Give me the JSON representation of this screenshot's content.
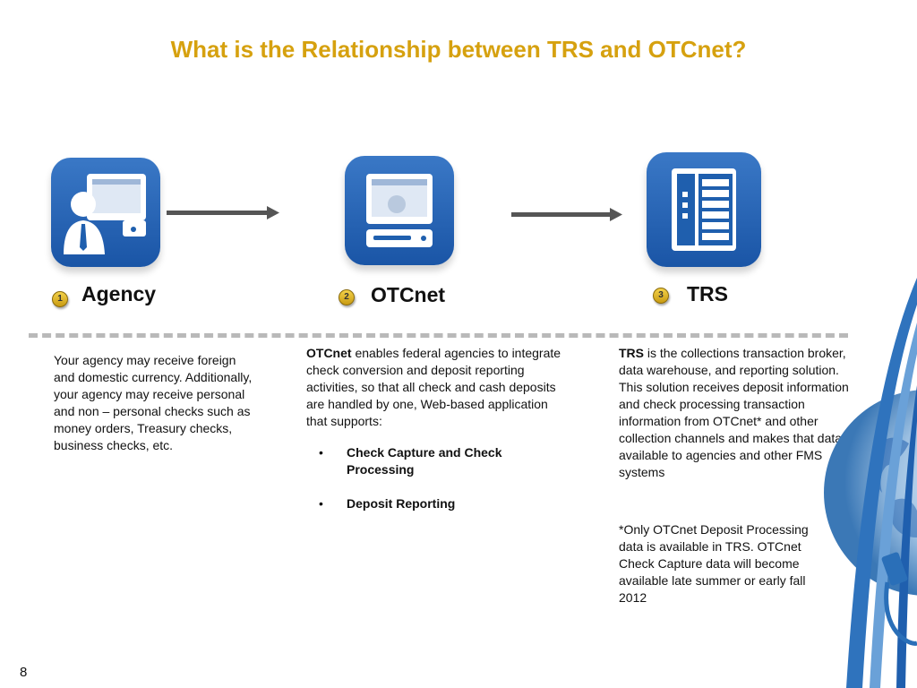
{
  "title": "What is the Relationship between TRS and OTCnet?",
  "nodes": [
    {
      "badge": "1",
      "label": "Agency",
      "icon": "agency-user-computer-icon"
    },
    {
      "badge": "2",
      "label": "OTCnet",
      "icon": "otcnet-computer-icon"
    },
    {
      "badge": "3",
      "label": "TRS",
      "icon": "trs-server-icon"
    }
  ],
  "agency_text": "Your agency may receive foreign and domestic currency. Additionally, your agency may receive personal and non – personal checks such as money orders, Treasury checks, business checks, etc.",
  "otcnet_text": {
    "lead": "OTCnet",
    "body": " enables federal agencies to integrate check conversion and deposit reporting activities, so that all check and cash deposits are handled by one, Web-based application that supports:",
    "bullets": [
      "Check Capture and Check Processing",
      "Deposit Reporting"
    ]
  },
  "trs_text": {
    "lead": "TRS",
    "body": " is the collections transaction broker, data warehouse, and reporting solution. This solution receives deposit information and check processing transaction information from OTCnet* and other collection channels and makes that data available to agencies and other FMS systems",
    "note": "*Only OTCnet Deposit Processing data is available in TRS. OTCnet Check Capture data will become available late summer or early fall 2012"
  },
  "page_number": "8",
  "colors": {
    "title": "#d6a10f",
    "tile": "#1f5fae",
    "badge": "#e6bf2e",
    "divider": "#b9b9b9"
  }
}
